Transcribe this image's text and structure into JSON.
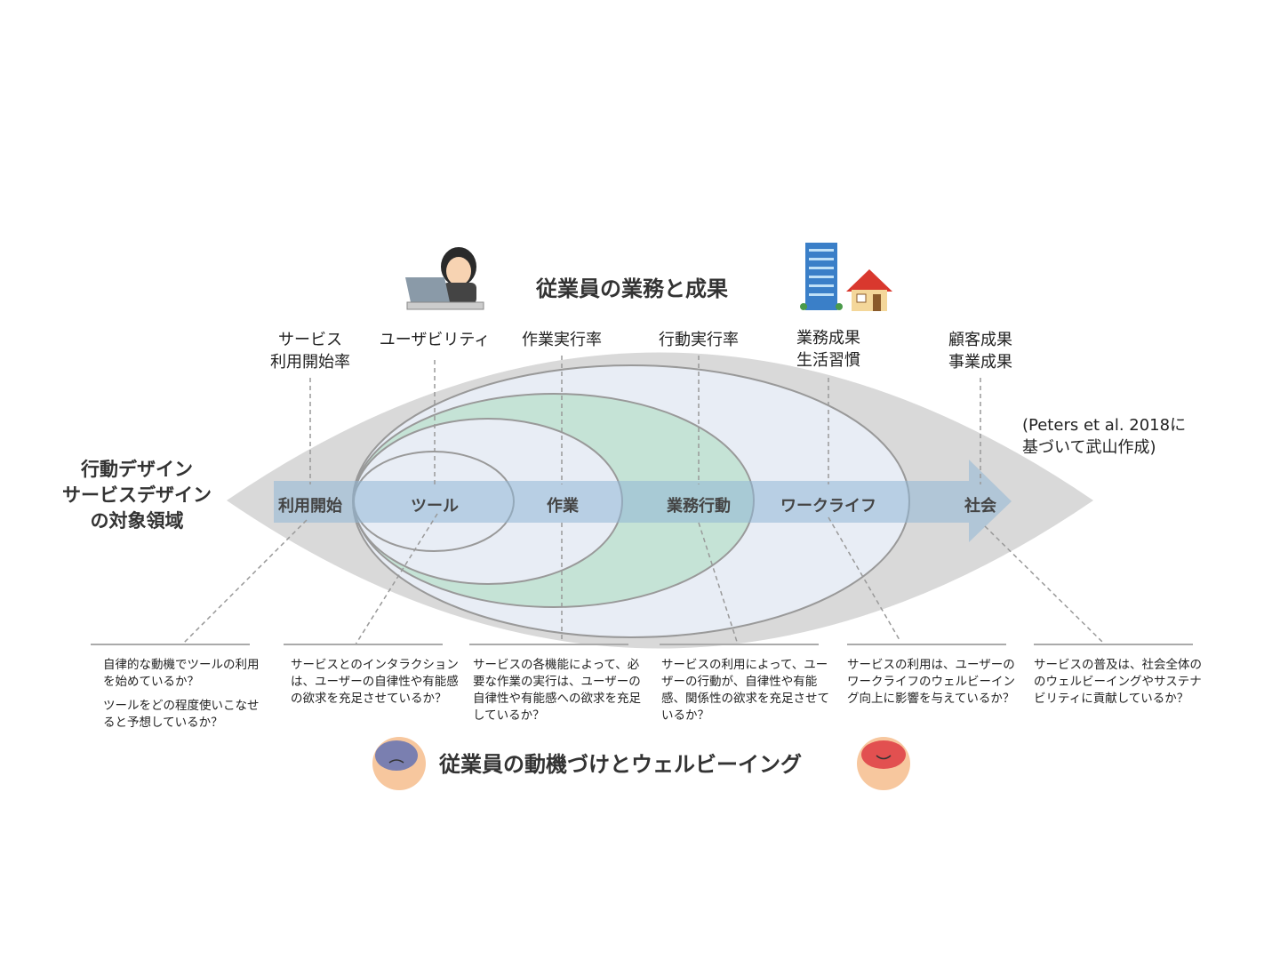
{
  "title_top": "従業員の業務と成果",
  "title_bottom": "従業員の動機づけとウェルビーイング",
  "scope_label": [
    "行動デザイン",
    "サービスデザイン",
    "の対象領域"
  ],
  "citation": [
    "(Peters et al. 2018に",
    "基づいて武山作成)"
  ],
  "metrics": [
    [
      "サービス",
      "利用開始率"
    ],
    [
      "ユーザビリティ"
    ],
    [
      "作業実行率"
    ],
    [
      "行動実行率"
    ],
    [
      "業務成果",
      "生活習慣"
    ],
    [
      "顧客成果",
      "事業成果"
    ]
  ],
  "stages": [
    "利用開始",
    "ツール",
    "作業",
    "業務行動",
    "ワークライフ",
    "社会"
  ],
  "questions": [
    [
      "自律的な動機でツールの利用を始めているか？",
      "ツールをどの程度使いこなせると予想しているか？"
    ],
    [
      "サービスとのインタラクションは、ユーザーの自律性や有能感の欲求を充足させているか？"
    ],
    [
      "サービスの各機能によって、必要な作業の実行は、ユーザーの自律性や有能感への欲求を充足しているか？"
    ],
    [
      "サービスの利用によって、ユーザーの行動が、自律性や有能感、関係性の欲求を充足させているか？"
    ],
    [
      "サービスの利用は、ユーザーのワークライフのウェルビーイング向上に影響を与えているか？"
    ],
    [
      "サービスの普及は、社会全体ののウェルビーイングやサステナビリティに貢献しているか？"
    ]
  ],
  "colors": {
    "lens": "#d9d9d9",
    "ellipse": "#e8edf5",
    "green": "#c5e3d6",
    "arrow": "#a9c6dc"
  }
}
